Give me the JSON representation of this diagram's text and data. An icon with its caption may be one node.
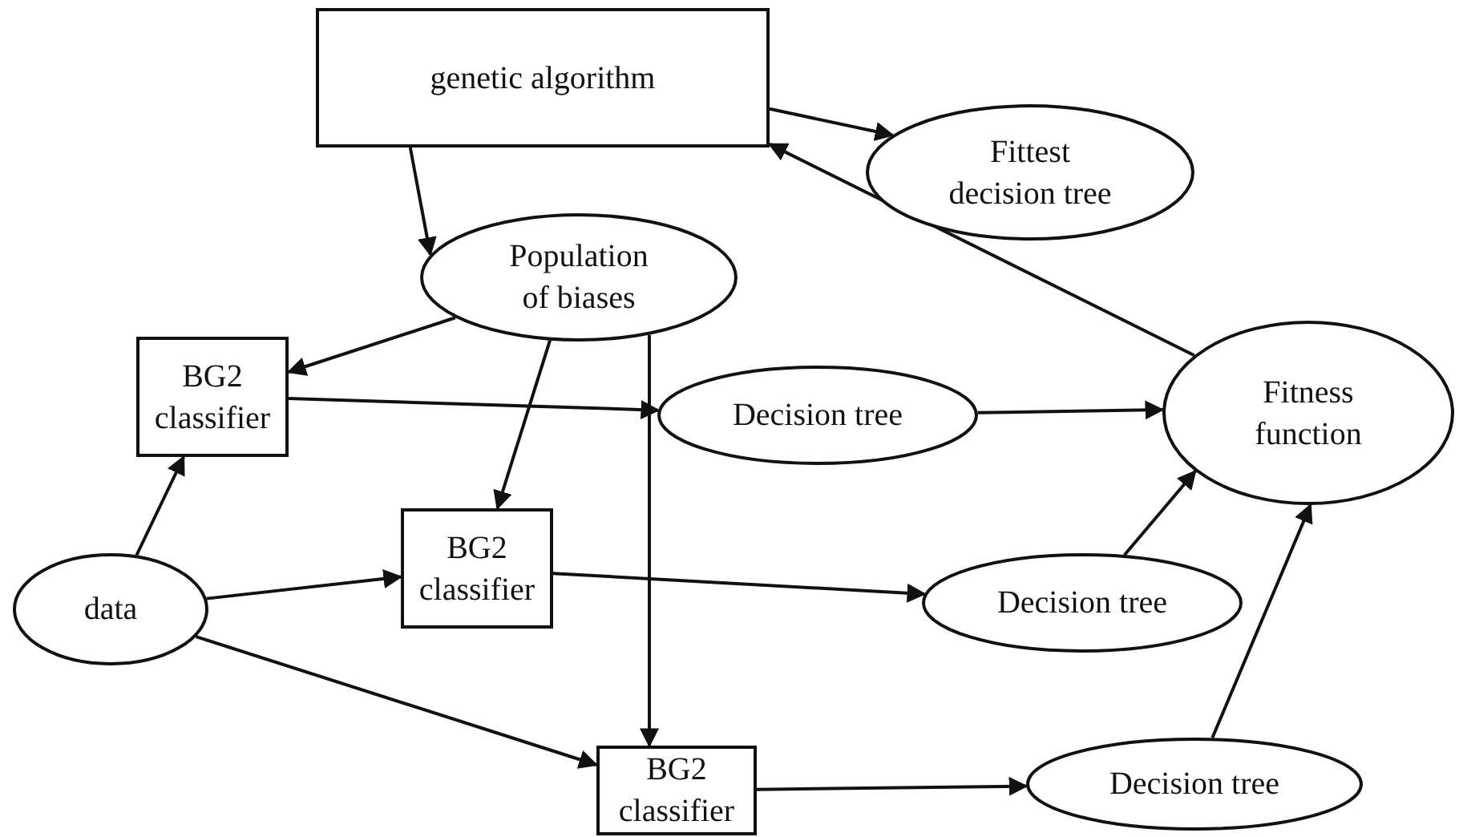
{
  "diagram": {
    "nodes": [
      {
        "text": [
          "genetic algorithm"
        ]
      },
      {
        "text": [
          "Fittest decision tree"
        ]
      },
      {
        "text": [
          "Population of biases"
        ]
      },
      {
        "text": [
          "BG2 classifier"
        ]
      },
      {
        "text": [
          "Decision tree"
        ]
      },
      {
        "text": [
          "Fitness function"
        ]
      },
      {
        "text": [
          "data"
        ]
      },
      {
        "text": [
          "BG2 classifier"
        ]
      },
      {
        "text": [
          "Decision tree"
        ]
      },
      {
        "text": [
          "BG2 classifier"
        ]
      },
      {
        "text": [
          "Decision tree"
        ]
      }
    ],
    "edges": [
      {
        "from": 0,
        "to": 1,
        "arrow": "to"
      },
      {
        "from": 0,
        "to": 2,
        "arrow": "to"
      },
      {
        "from": 2,
        "to": 3,
        "arrow": "to"
      },
      {
        "from": 2,
        "to": 7,
        "arrow": "to"
      },
      {
        "from": 2,
        "to": 9,
        "arrow": "to"
      },
      {
        "from": 3,
        "to": 4,
        "arrow": "to"
      },
      {
        "from": 6,
        "to": 3,
        "arrow": "to"
      },
      {
        "from": 6,
        "to": 7,
        "arrow": "to"
      },
      {
        "from": 6,
        "to": 9,
        "arrow": "to"
      },
      {
        "from": 7,
        "to": 8,
        "arrow": "to"
      },
      {
        "from": 9,
        "to": 10,
        "arrow": "to"
      },
      {
        "from": 4,
        "to": 5,
        "arrow": "to"
      },
      {
        "from": 8,
        "to": 5,
        "arrow": "to"
      },
      {
        "from": 10,
        "to": 5,
        "arrow": "to"
      },
      {
        "from": 5,
        "to": 0,
        "arrow": "to"
      }
    ]
  }
}
